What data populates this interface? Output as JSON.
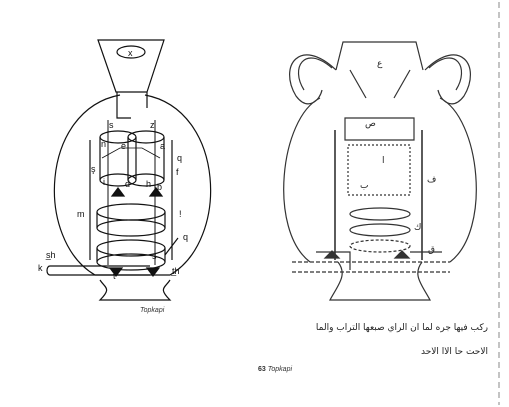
{
  "figure_left": {
    "labels": [
      "x",
      "s",
      "z",
      "n",
      "e",
      "a",
      "q",
      "ş",
      "i",
      "d",
      "h",
      "b",
      "f",
      "m",
      "!",
      "q",
      "s̲h",
      "k",
      "t",
      "s",
      "t̲h"
    ],
    "caption": "Topkapi"
  },
  "figure_right": {
    "figure_number": "63",
    "caption": "Topkapi",
    "letters": [
      "ع",
      "ص",
      "ا",
      "ب",
      "ف",
      "ك",
      "ق"
    ],
    "arabic_text_line1": "ركب فيها جره لما ان الراي صبعها التراب والما",
    "arabic_text_line2": "الاحت حا الاا الاحد"
  }
}
